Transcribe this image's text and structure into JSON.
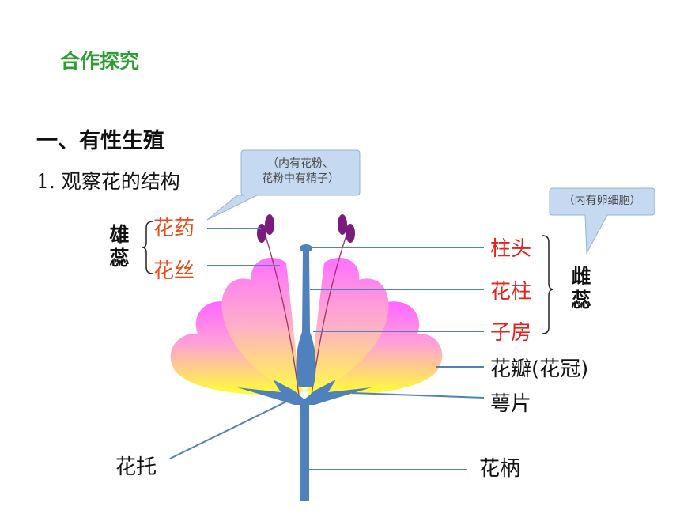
{
  "header": {
    "title": "合作探究",
    "section": "一、有性生殖",
    "subsection": "1. 观察花的结构"
  },
  "callouts": {
    "anther_note_line1": "（内有花粉、",
    "anther_note_line2": "花粉中有精子）",
    "ovary_note": "（内有卵细胞）"
  },
  "labels": {
    "stamen_left": "雄蕊",
    "anther": "花药",
    "filament": "花丝",
    "stigma": "柱头",
    "style": "花柱",
    "ovary": "子房",
    "pistil_right": "雌蕊",
    "petal": "花瓣(花冠)",
    "sepal": "萼片",
    "receptacle": "花托",
    "pedicel": "花柄"
  },
  "colors": {
    "title_green": "#2e9e33",
    "label_red": "#e8201a",
    "stem_blue": "#4f81bd",
    "callout_fill": "#c5d9f1",
    "anther_purple": "#7b1b7e",
    "petal_pink": "#ff66ff",
    "petal_yellow": "#ffff33"
  }
}
